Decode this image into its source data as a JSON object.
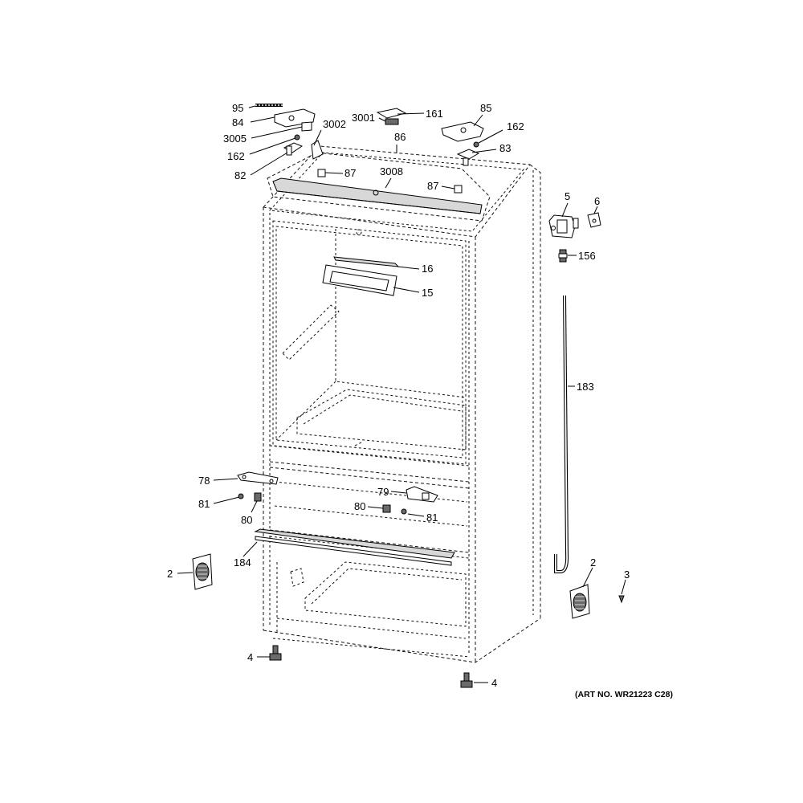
{
  "labels": {
    "l95": "95",
    "l84": "84",
    "l3005": "3005",
    "l162a": "162",
    "l82": "82",
    "l3001": "3001",
    "l161": "161",
    "l3002": "3002",
    "l85": "85",
    "l162b": "162",
    "l83": "83",
    "l86": "86",
    "l3008": "3008",
    "l87a": "87",
    "l87b": "87",
    "l5": "5",
    "l6": "6",
    "l156": "156",
    "l183": "183",
    "l16": "16",
    "l15": "15",
    "l78": "78",
    "l81a": "81",
    "l80a": "80",
    "l79": "79",
    "l80b": "80",
    "l81b": "81",
    "l184": "184",
    "l2a": "2",
    "l2b": "2",
    "l3": "3",
    "l4a": "4",
    "l4b": "4"
  },
  "art_number": "(ART NO. WR21223 C28)"
}
